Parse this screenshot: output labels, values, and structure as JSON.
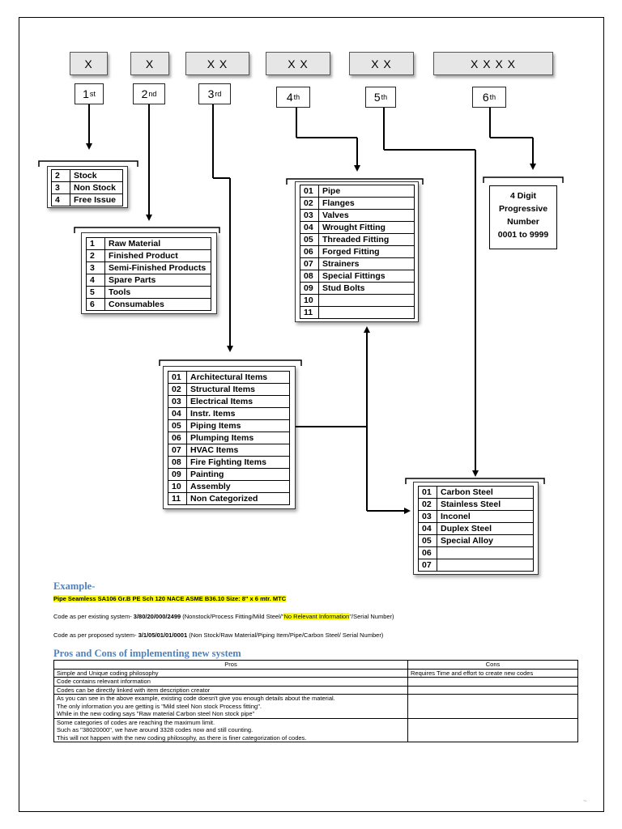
{
  "segments": [
    "X",
    "X",
    "X X",
    "X X",
    "X X",
    "X X X X"
  ],
  "ordinals": [
    {
      "num": "1",
      "sup": "st"
    },
    {
      "num": "2",
      "sup": "nd"
    },
    {
      "num": "3",
      "sup": "rd"
    },
    {
      "num": "4",
      "sup": "th"
    },
    {
      "num": "5",
      "sup": "th"
    },
    {
      "num": "6",
      "sup": "th"
    }
  ],
  "stock": [
    {
      "code": "2",
      "label": "Stock"
    },
    {
      "code": "3",
      "label": "Non Stock"
    },
    {
      "code": "4",
      "label": "Free Issue"
    }
  ],
  "material": [
    {
      "code": "1",
      "label": "Raw Material"
    },
    {
      "code": "2",
      "label": "Finished Product"
    },
    {
      "code": "3",
      "label": "Semi-Finished Products"
    },
    {
      "code": "4",
      "label": "Spare Parts"
    },
    {
      "code": "5",
      "label": "Tools"
    },
    {
      "code": "6",
      "label": "Consumables"
    }
  ],
  "categories": [
    {
      "code": "01",
      "label": "Architectural Items"
    },
    {
      "code": "02",
      "label": "Structural Items"
    },
    {
      "code": "03",
      "label": "Electrical Items"
    },
    {
      "code": "04",
      "label": "Instr. Items"
    },
    {
      "code": "05",
      "label": "Piping Items"
    },
    {
      "code": "06",
      "label": "Plumping Items"
    },
    {
      "code": "07",
      "label": "HVAC Items"
    },
    {
      "code": "08",
      "label": "Fire Fighting Items"
    },
    {
      "code": "09",
      "label": " Painting"
    },
    {
      "code": "10",
      "label": "Assembly"
    },
    {
      "code": "11",
      "label": "Non Categorized"
    }
  ],
  "piping": [
    {
      "code": "01",
      "label": "Pipe"
    },
    {
      "code": "02",
      "label": "Flanges"
    },
    {
      "code": "03",
      "label": "Valves"
    },
    {
      "code": "04",
      "label": "Wrought Fitting"
    },
    {
      "code": "05",
      "label": "Threaded Fitting"
    },
    {
      "code": "06",
      "label": "Forged Fitting"
    },
    {
      "code": "07",
      "label": "Strainers"
    },
    {
      "code": "08",
      "label": "Special Fittings"
    },
    {
      "code": "09",
      "label": "Stud Bolts"
    },
    {
      "code": "10",
      "label": ""
    },
    {
      "code": "11",
      "label": ""
    }
  ],
  "steel": [
    {
      "code": "01",
      "label": "Carbon Steel"
    },
    {
      "code": "02",
      "label": "Stainless Steel"
    },
    {
      "code": "03",
      "label": "Inconel"
    },
    {
      "code": "04",
      "label": "Duplex Steel"
    },
    {
      "code": "05",
      "label": "Special Alloy"
    },
    {
      "code": "06",
      "label": ""
    },
    {
      "code": "07",
      "label": ""
    }
  ],
  "progressive": {
    "line1": "4 Digit",
    "line2": "Progressive",
    "line3": "Number",
    "line4": "0001 to  9999"
  },
  "example": {
    "heading": "Example-",
    "item": "Pipe Seamless SA106 Gr.B PE Sch 120 NACE ASME B36.10 Size: 8\" x 6 mtr. MTC",
    "existing_prefix": "Code as per existing system- ",
    "existing_code": "3/80/20/000/2499",
    "existing_mid": " (Nonstock/Process Fitting/Mild Steel/\"",
    "existing_hl": "No Relevant Information",
    "existing_end": "\"/Serial Number)",
    "proposed_prefix": "Code as per proposed system- ",
    "proposed_code": "3/1/05/01/01/0001",
    "proposed_rest": " (Non Stock/Raw Material/Piping Item/Pipe/Carbon Steel/ Serial Number)"
  },
  "pros_cons": {
    "heading": "Pros and Cons of implementing new system",
    "col_pros": "Pros",
    "col_cons": "Cons",
    "rows": [
      {
        "pros": [
          "Simple and Unique coding philosophy"
        ],
        "cons": "Requires Time and effort to create new codes"
      },
      {
        "pros": [
          "Code contains relevant information"
        ],
        "cons": ""
      },
      {
        "pros": [
          "Codes can be directly linked with item description creator"
        ],
        "cons": ""
      },
      {
        "pros": [
          "As you can see in the above example, existing code doesn't give you enough details about the material.",
          "The only information you are getting is \"Mild steel Non stock Process fitting\".",
          "While in the new coding says \"Raw material Carbon steel Non stock pipe\""
        ],
        "cons": ""
      },
      {
        "pros": [
          "Some categories of codes are reaching the maximum limit.",
          "Such as \"38020000\", we have around 3328 codes now and still counting.",
          "This will not happen with the new coding philosophy, as there is finer categorization of codes."
        ],
        "cons": ""
      }
    ]
  },
  "colors": {
    "highlight": "#ffff00",
    "heading": "#4f81bd"
  }
}
